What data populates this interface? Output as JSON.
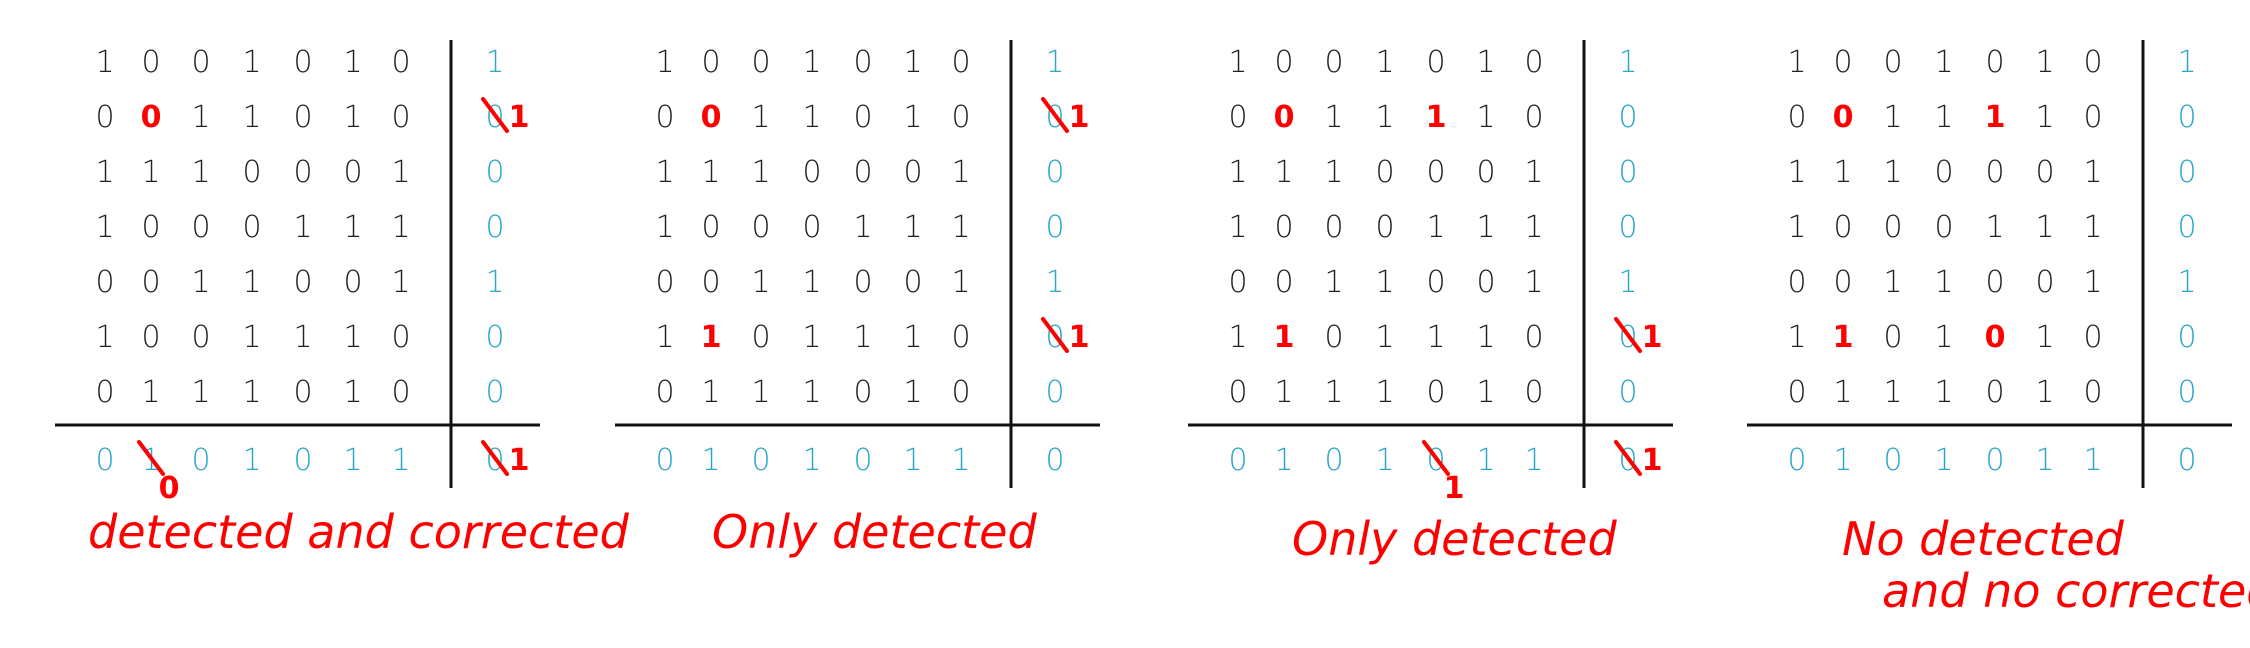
{
  "colors": {
    "black": "#222222",
    "red": "#ff0000",
    "blue": "#2ba6c9"
  },
  "panels": [
    {
      "grid": [
        [
          [
            "1",
            "k"
          ],
          [
            "0",
            "k"
          ],
          [
            "0",
            "k"
          ],
          [
            "1",
            "k"
          ],
          [
            "0",
            "k"
          ],
          [
            "1",
            "k"
          ],
          [
            "0",
            "k"
          ],
          [
            "1",
            "b"
          ]
        ],
        [
          [
            "0",
            "k"
          ],
          [
            "0",
            "r"
          ],
          [
            "1",
            "k"
          ],
          [
            "1",
            "k"
          ],
          [
            "0",
            "k"
          ],
          [
            "1",
            "k"
          ],
          [
            "0",
            "k"
          ],
          [
            "0",
            "b"
          ]
        ],
        [
          [
            "1",
            "k"
          ],
          [
            "1",
            "k"
          ],
          [
            "1",
            "k"
          ],
          [
            "0",
            "k"
          ],
          [
            "0",
            "k"
          ],
          [
            "0",
            "k"
          ],
          [
            "1",
            "k"
          ],
          [
            "0",
            "b"
          ]
        ],
        [
          [
            "1",
            "k"
          ],
          [
            "0",
            "k"
          ],
          [
            "0",
            "k"
          ],
          [
            "0",
            "k"
          ],
          [
            "1",
            "k"
          ],
          [
            "1",
            "k"
          ],
          [
            "1",
            "k"
          ],
          [
            "0",
            "b"
          ]
        ],
        [
          [
            "0",
            "k"
          ],
          [
            "0",
            "k"
          ],
          [
            "1",
            "k"
          ],
          [
            "1",
            "k"
          ],
          [
            "0",
            "k"
          ],
          [
            "0",
            "k"
          ],
          [
            "1",
            "k"
          ],
          [
            "1",
            "b"
          ]
        ],
        [
          [
            "1",
            "k"
          ],
          [
            "0",
            "k"
          ],
          [
            "0",
            "k"
          ],
          [
            "1",
            "k"
          ],
          [
            "1",
            "k"
          ],
          [
            "1",
            "k"
          ],
          [
            "0",
            "k"
          ],
          [
            "0",
            "b"
          ]
        ],
        [
          [
            "0",
            "k"
          ],
          [
            "1",
            "k"
          ],
          [
            "1",
            "k"
          ],
          [
            "1",
            "k"
          ],
          [
            "0",
            "k"
          ],
          [
            "1",
            "k"
          ],
          [
            "0",
            "k"
          ],
          [
            "0",
            "b"
          ]
        ],
        [
          [
            "0",
            "b"
          ],
          [
            "1",
            "b"
          ],
          [
            "0",
            "b"
          ],
          [
            "1",
            "b"
          ],
          [
            "0",
            "b"
          ],
          [
            "1",
            "b"
          ],
          [
            "1",
            "b"
          ],
          [
            "0",
            "b"
          ]
        ]
      ],
      "corrections": [
        {
          "r": 1,
          "c": 7,
          "new": "1"
        },
        {
          "r": 7,
          "c": 1,
          "new": "0"
        },
        {
          "r": 7,
          "c": 7,
          "new": "1"
        }
      ],
      "caption": [
        "detected and corrected"
      ]
    },
    {
      "grid": [
        [
          [
            "1",
            "k"
          ],
          [
            "0",
            "k"
          ],
          [
            "0",
            "k"
          ],
          [
            "1",
            "k"
          ],
          [
            "0",
            "k"
          ],
          [
            "1",
            "k"
          ],
          [
            "0",
            "k"
          ],
          [
            "1",
            "b"
          ]
        ],
        [
          [
            "0",
            "k"
          ],
          [
            "0",
            "r"
          ],
          [
            "1",
            "k"
          ],
          [
            "1",
            "k"
          ],
          [
            "0",
            "k"
          ],
          [
            "1",
            "k"
          ],
          [
            "0",
            "k"
          ],
          [
            "0",
            "b"
          ]
        ],
        [
          [
            "1",
            "k"
          ],
          [
            "1",
            "k"
          ],
          [
            "1",
            "k"
          ],
          [
            "0",
            "k"
          ],
          [
            "0",
            "k"
          ],
          [
            "0",
            "k"
          ],
          [
            "1",
            "k"
          ],
          [
            "0",
            "b"
          ]
        ],
        [
          [
            "1",
            "k"
          ],
          [
            "0",
            "k"
          ],
          [
            "0",
            "k"
          ],
          [
            "0",
            "k"
          ],
          [
            "1",
            "k"
          ],
          [
            "1",
            "k"
          ],
          [
            "1",
            "k"
          ],
          [
            "0",
            "b"
          ]
        ],
        [
          [
            "0",
            "k"
          ],
          [
            "0",
            "k"
          ],
          [
            "1",
            "k"
          ],
          [
            "1",
            "k"
          ],
          [
            "0",
            "k"
          ],
          [
            "0",
            "k"
          ],
          [
            "1",
            "k"
          ],
          [
            "1",
            "b"
          ]
        ],
        [
          [
            "1",
            "k"
          ],
          [
            "1",
            "r"
          ],
          [
            "0",
            "k"
          ],
          [
            "1",
            "k"
          ],
          [
            "1",
            "k"
          ],
          [
            "1",
            "k"
          ],
          [
            "0",
            "k"
          ],
          [
            "0",
            "b"
          ]
        ],
        [
          [
            "0",
            "k"
          ],
          [
            "1",
            "k"
          ],
          [
            "1",
            "k"
          ],
          [
            "1",
            "k"
          ],
          [
            "0",
            "k"
          ],
          [
            "1",
            "k"
          ],
          [
            "0",
            "k"
          ],
          [
            "0",
            "b"
          ]
        ],
        [
          [
            "0",
            "b"
          ],
          [
            "1",
            "b"
          ],
          [
            "0",
            "b"
          ],
          [
            "1",
            "b"
          ],
          [
            "0",
            "b"
          ],
          [
            "1",
            "b"
          ],
          [
            "1",
            "b"
          ],
          [
            "0",
            "b"
          ]
        ]
      ],
      "corrections": [
        {
          "r": 1,
          "c": 7,
          "new": "1"
        },
        {
          "r": 5,
          "c": 7,
          "new": "1"
        }
      ],
      "caption": [
        "Only detected"
      ]
    },
    {
      "grid": [
        [
          [
            "1",
            "k"
          ],
          [
            "0",
            "k"
          ],
          [
            "0",
            "k"
          ],
          [
            "1",
            "k"
          ],
          [
            "0",
            "k"
          ],
          [
            "1",
            "k"
          ],
          [
            "0",
            "k"
          ],
          [
            "1",
            "b"
          ]
        ],
        [
          [
            "0",
            "k"
          ],
          [
            "0",
            "r"
          ],
          [
            "1",
            "k"
          ],
          [
            "1",
            "k"
          ],
          [
            "1",
            "r"
          ],
          [
            "1",
            "k"
          ],
          [
            "0",
            "k"
          ],
          [
            "0",
            "b"
          ]
        ],
        [
          [
            "1",
            "k"
          ],
          [
            "1",
            "k"
          ],
          [
            "1",
            "k"
          ],
          [
            "0",
            "k"
          ],
          [
            "0",
            "k"
          ],
          [
            "0",
            "k"
          ],
          [
            "1",
            "k"
          ],
          [
            "0",
            "b"
          ]
        ],
        [
          [
            "1",
            "k"
          ],
          [
            "0",
            "k"
          ],
          [
            "0",
            "k"
          ],
          [
            "0",
            "k"
          ],
          [
            "1",
            "k"
          ],
          [
            "1",
            "k"
          ],
          [
            "1",
            "k"
          ],
          [
            "0",
            "b"
          ]
        ],
        [
          [
            "0",
            "k"
          ],
          [
            "0",
            "k"
          ],
          [
            "1",
            "k"
          ],
          [
            "1",
            "k"
          ],
          [
            "0",
            "k"
          ],
          [
            "0",
            "k"
          ],
          [
            "1",
            "k"
          ],
          [
            "1",
            "b"
          ]
        ],
        [
          [
            "1",
            "k"
          ],
          [
            "1",
            "r"
          ],
          [
            "0",
            "k"
          ],
          [
            "1",
            "k"
          ],
          [
            "1",
            "k"
          ],
          [
            "1",
            "k"
          ],
          [
            "0",
            "k"
          ],
          [
            "0",
            "b"
          ]
        ],
        [
          [
            "0",
            "k"
          ],
          [
            "1",
            "k"
          ],
          [
            "1",
            "k"
          ],
          [
            "1",
            "k"
          ],
          [
            "0",
            "k"
          ],
          [
            "1",
            "k"
          ],
          [
            "0",
            "k"
          ],
          [
            "0",
            "b"
          ]
        ],
        [
          [
            "0",
            "b"
          ],
          [
            "1",
            "b"
          ],
          [
            "0",
            "b"
          ],
          [
            "1",
            "b"
          ],
          [
            "0",
            "b"
          ],
          [
            "1",
            "b"
          ],
          [
            "1",
            "b"
          ],
          [
            "0",
            "b"
          ]
        ]
      ],
      "corrections": [
        {
          "r": 5,
          "c": 7,
          "new": "1"
        },
        {
          "r": 7,
          "c": 4,
          "new": "1"
        },
        {
          "r": 7,
          "c": 7,
          "new": "1"
        }
      ],
      "caption": [
        "Only detected"
      ]
    },
    {
      "grid": [
        [
          [
            "1",
            "k"
          ],
          [
            "0",
            "k"
          ],
          [
            "0",
            "k"
          ],
          [
            "1",
            "k"
          ],
          [
            "0",
            "k"
          ],
          [
            "1",
            "k"
          ],
          [
            "0",
            "k"
          ],
          [
            "1",
            "b"
          ]
        ],
        [
          [
            "0",
            "k"
          ],
          [
            "0",
            "r"
          ],
          [
            "1",
            "k"
          ],
          [
            "1",
            "k"
          ],
          [
            "1",
            "r"
          ],
          [
            "1",
            "k"
          ],
          [
            "0",
            "k"
          ],
          [
            "0",
            "b"
          ]
        ],
        [
          [
            "1",
            "k"
          ],
          [
            "1",
            "k"
          ],
          [
            "1",
            "k"
          ],
          [
            "0",
            "k"
          ],
          [
            "0",
            "k"
          ],
          [
            "0",
            "k"
          ],
          [
            "1",
            "k"
          ],
          [
            "0",
            "b"
          ]
        ],
        [
          [
            "1",
            "k"
          ],
          [
            "0",
            "k"
          ],
          [
            "0",
            "k"
          ],
          [
            "0",
            "k"
          ],
          [
            "1",
            "k"
          ],
          [
            "1",
            "k"
          ],
          [
            "1",
            "k"
          ],
          [
            "0",
            "b"
          ]
        ],
        [
          [
            "0",
            "k"
          ],
          [
            "0",
            "k"
          ],
          [
            "1",
            "k"
          ],
          [
            "1",
            "k"
          ],
          [
            "0",
            "k"
          ],
          [
            "0",
            "k"
          ],
          [
            "1",
            "k"
          ],
          [
            "1",
            "b"
          ]
        ],
        [
          [
            "1",
            "k"
          ],
          [
            "1",
            "r"
          ],
          [
            "0",
            "k"
          ],
          [
            "1",
            "k"
          ],
          [
            "0",
            "r"
          ],
          [
            "1",
            "k"
          ],
          [
            "0",
            "k"
          ],
          [
            "0",
            "b"
          ]
        ],
        [
          [
            "0",
            "k"
          ],
          [
            "1",
            "k"
          ],
          [
            "1",
            "k"
          ],
          [
            "1",
            "k"
          ],
          [
            "0",
            "k"
          ],
          [
            "1",
            "k"
          ],
          [
            "0",
            "k"
          ],
          [
            "0",
            "b"
          ]
        ],
        [
          [
            "0",
            "b"
          ],
          [
            "1",
            "b"
          ],
          [
            "0",
            "b"
          ],
          [
            "1",
            "b"
          ],
          [
            "0",
            "b"
          ],
          [
            "1",
            "b"
          ],
          [
            "1",
            "b"
          ],
          [
            "0",
            "b"
          ]
        ]
      ],
      "corrections": [],
      "caption": [
        "No detected",
        "and no corrected"
      ]
    }
  ]
}
